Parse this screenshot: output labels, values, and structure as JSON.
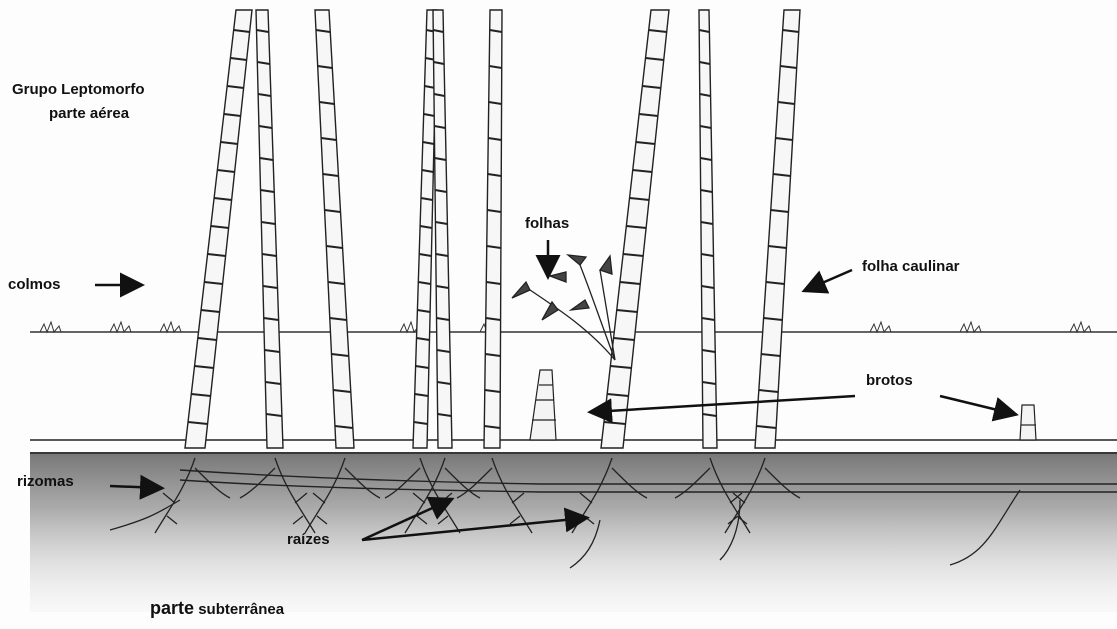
{
  "title": {
    "line1": "Grupo Leptomorfo",
    "line2": "parte aérea"
  },
  "labels": {
    "colmos": "colmos",
    "folhas": "folhas",
    "folha_caulinar": "folha caulinar",
    "brotos": "brotos",
    "rizomas": "rizomas",
    "raizes": "raízes"
  },
  "footer": {
    "part1": "parte",
    "part2": "subterrânea"
  },
  "colors": {
    "ink": "#1a1a1a",
    "soil": "#8a8a8a",
    "paper": "#fdfdfd"
  }
}
